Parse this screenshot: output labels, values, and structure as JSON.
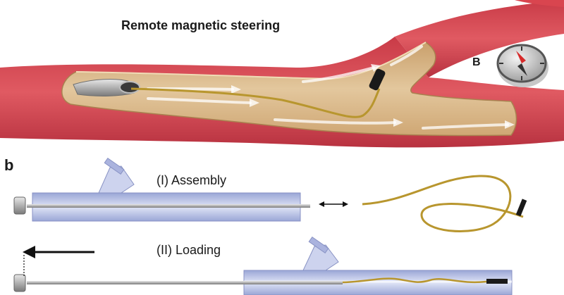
{
  "panel_a": {
    "title": "Remote magnetic steering",
    "field_label": "B",
    "field_icon": "compass-icon"
  },
  "panel_b": {
    "panel_label": "b",
    "step1_label": "(I) Assembly",
    "step2_label": "(II) Loading",
    "icons": [
      "double-arrow-icon",
      "left-arrow-icon"
    ]
  },
  "colors": {
    "vessel_red": "#d9454f",
    "lumen_tan": "#d9b98a",
    "guidewire_gold": "#b8962e",
    "needle_blue": "#b9c3e6",
    "magnet_black": "#1a1a1a",
    "compass_needle": "#d62b2b"
  }
}
